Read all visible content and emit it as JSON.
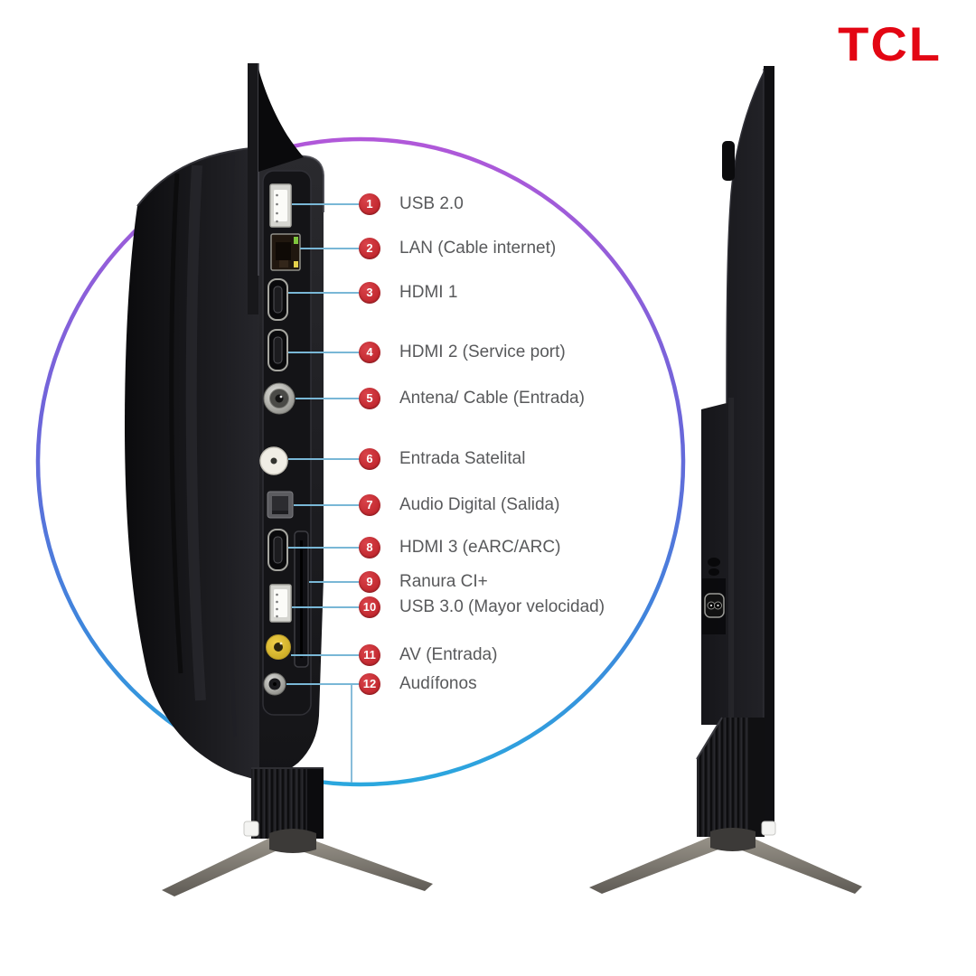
{
  "brand": {
    "logo_text": "TCL"
  },
  "colors": {
    "brand-red": "#e30613",
    "badge-red": "#c1272e",
    "badge-red-light": "#d9434a",
    "line-blue": "#79b7d6",
    "label-gray": "#58595b",
    "ring-top-purple": "#b158d9",
    "ring-mid-violet": "#6a66da",
    "ring-bottom-blue": "#2ba7de"
  },
  "ports": [
    {
      "num": "1",
      "label": "USB 2.0",
      "icon": "usb-a-port"
    },
    {
      "num": "2",
      "label": "LAN (Cable internet)",
      "icon": "rj45-port"
    },
    {
      "num": "3",
      "label": "HDMI 1",
      "icon": "hdmi-port"
    },
    {
      "num": "4",
      "label": "HDMI 2 (Service port)",
      "icon": "hdmi-port"
    },
    {
      "num": "5",
      "label": "Antena/ Cable (Entrada)",
      "icon": "coax-port"
    },
    {
      "num": "6",
      "label": "Entrada Satelital",
      "icon": "satellite-port"
    },
    {
      "num": "7",
      "label": "Audio Digital (Salida)",
      "icon": "optical-port"
    },
    {
      "num": "8",
      "label": "HDMI 3 (eARC/ARC)",
      "icon": "hdmi-port"
    },
    {
      "num": "9",
      "label": "Ranura CI+",
      "icon": "ci-slot"
    },
    {
      "num": "10",
      "label": "USB 3.0 (Mayor velocidad)",
      "icon": "usb-a-port"
    },
    {
      "num": "11",
      "label": "AV (Entrada)",
      "icon": "rca-port"
    },
    {
      "num": "12",
      "label": "Audífonos",
      "icon": "headphone-jack"
    }
  ]
}
